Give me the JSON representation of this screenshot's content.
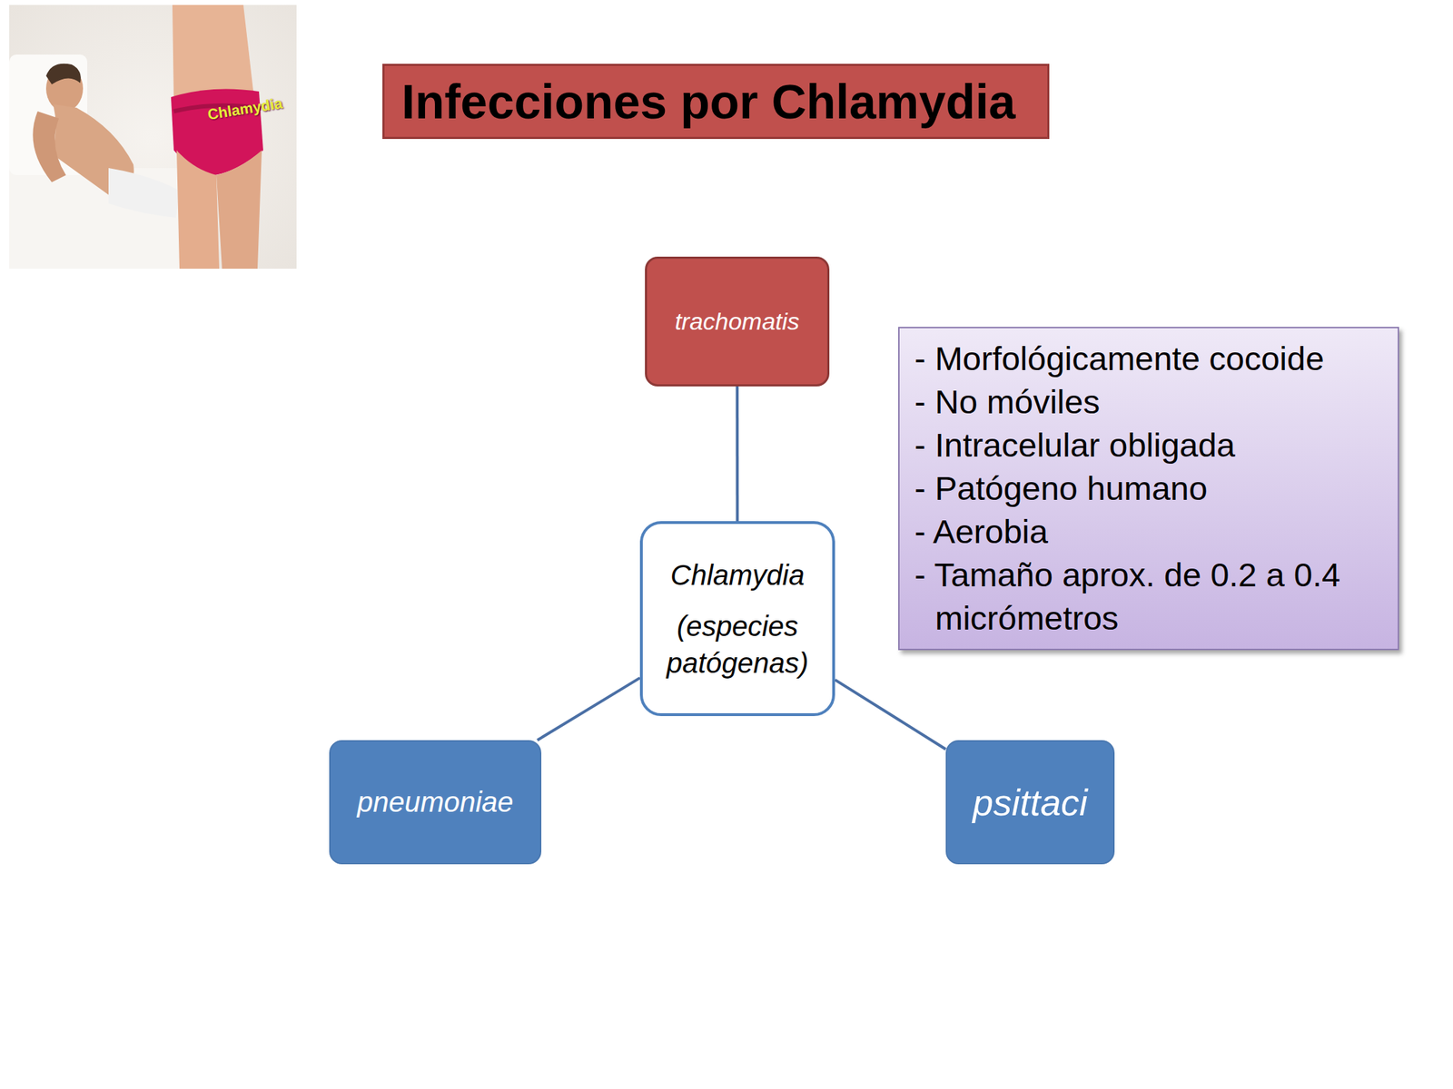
{
  "diagram": {
    "title": "Infecciones por Chlamydia",
    "nodes": [
      {
        "text": [
          "trachomatis"
        ]
      },
      {
        "text": [
          "- Morfológicamente cocoide",
          "- No móviles",
          "- Intracelular obligada",
          "- Patógeno humano",
          "- Aerobia",
          "- Tamaño aprox. de 0.2 a 0.4 micrómetros"
        ]
      },
      {
        "text": [
          "Chlamydia",
          "(especies patógenas)"
        ]
      },
      {
        "text": [
          "pneumoniae"
        ]
      },
      {
        "text": [
          "psittaci"
        ]
      }
    ],
    "edges": [
      {
        "from": 2,
        "to": 0,
        "arrow": "none"
      },
      {
        "from": 2,
        "to": 3,
        "arrow": "none"
      },
      {
        "from": 2,
        "to": 4,
        "arrow": "none"
      }
    ],
    "labels": [
      "Chlamydia"
    ]
  }
}
